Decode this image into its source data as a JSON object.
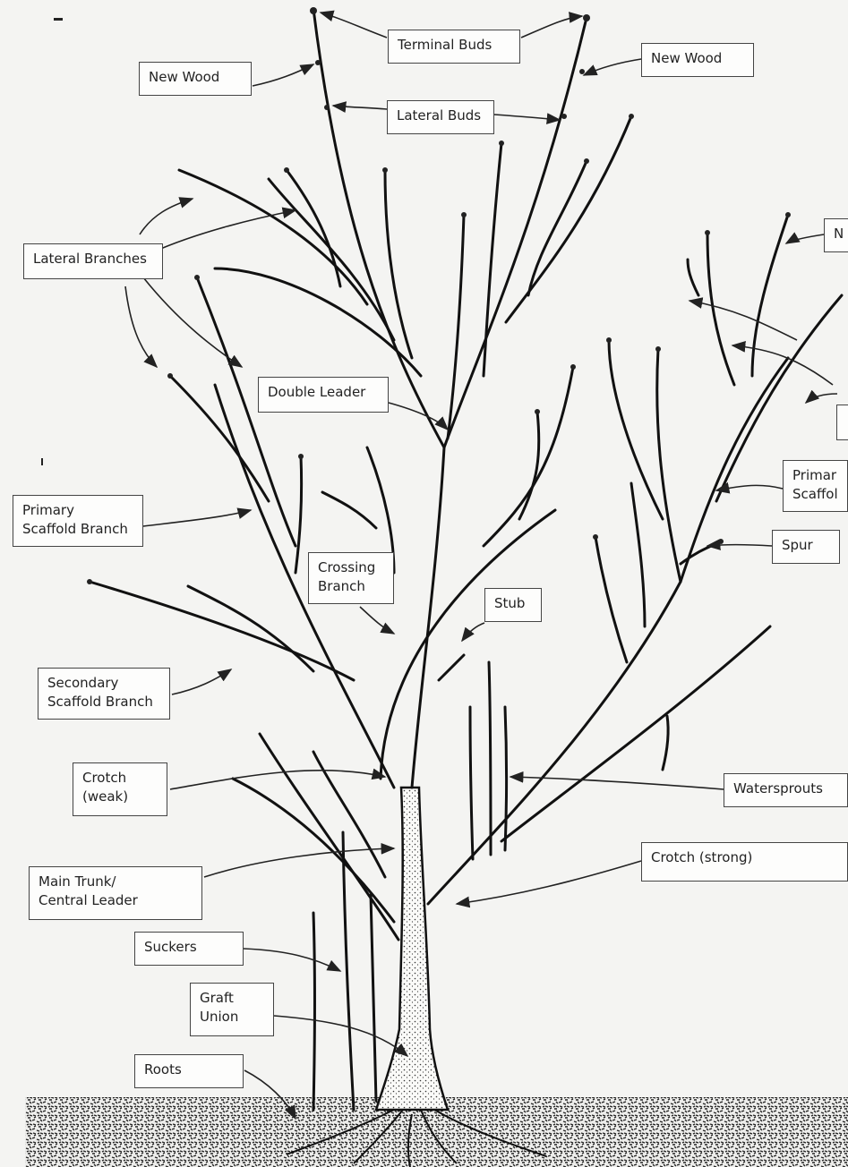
{
  "diagram": {
    "labels": {
      "terminal_buds": "Terminal Buds",
      "new_wood_left": "New Wood",
      "new_wood_right": "New Wood",
      "new_wood_far_right": "N",
      "lateral_buds": "Lateral Buds",
      "lateral_branches": "Lateral Branches",
      "double_leader": "Double Leader",
      "primary_scaffold_left": "Primary\nScaffold Branch",
      "primary_scaffold_right": "Primar\nScaffol",
      "spur": "Spur",
      "crossing_branch": "Crossing\nBranch",
      "stub": "Stub",
      "secondary_scaffold": "Secondary\nScaffold Branch",
      "crotch_weak": "Crotch\n(weak)",
      "watersprouts": "Watersprouts",
      "crotch_strong": "Crotch (strong)",
      "main_trunk": "Main Trunk/\nCentral Leader",
      "suckers": "Suckers",
      "graft_union": "Graft\nUnion",
      "roots": "Roots"
    }
  }
}
